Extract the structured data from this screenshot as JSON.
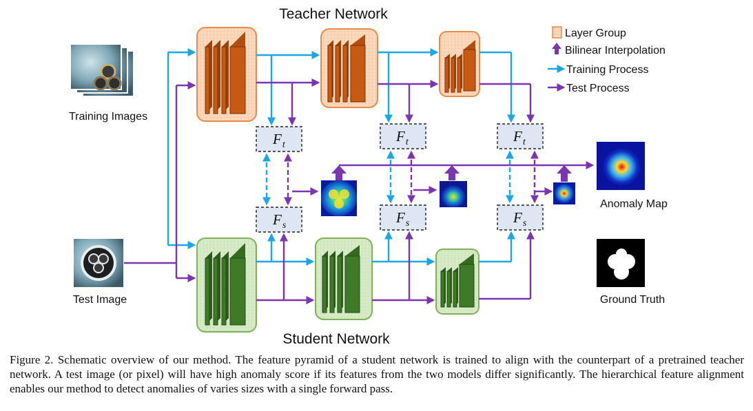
{
  "titles": {
    "teacher": "Teacher Network",
    "student": "Student Network"
  },
  "labels": {
    "training_images": "Training Images",
    "test_image": "Test Image",
    "anomaly_map": "Anomaly Map",
    "ground_truth": "Ground Truth"
  },
  "legend": {
    "layer_group": "Layer Group",
    "bilinear": "Bilinear Interpolation",
    "training": "Training Process",
    "test": "Test Process"
  },
  "feature": {
    "letter": "F",
    "teacher_sub": "t",
    "student_sub": "s"
  },
  "colors": {
    "teacher_fill": "#fbd9bd",
    "teacher_border": "#e98b4c",
    "teacher_layer": "#c65a12",
    "student_fill": "#d8ebc8",
    "student_border": "#7fb15a",
    "student_layer": "#3f7a28",
    "training_arrow": "#1aa7e6",
    "test_arrow": "#7b35b0",
    "feature_box": "#dde6f2"
  },
  "caption": "Figure 2. Schematic overview of our method. The feature pyramid of a student network is trained to align with the counterpart of a pretrained teacher network. A test image (or pixel) will have high anomaly score if its features from the two models differ significantly. The hierarchical feature alignment enables our method to detect anomalies of varies sizes with a single forward pass."
}
